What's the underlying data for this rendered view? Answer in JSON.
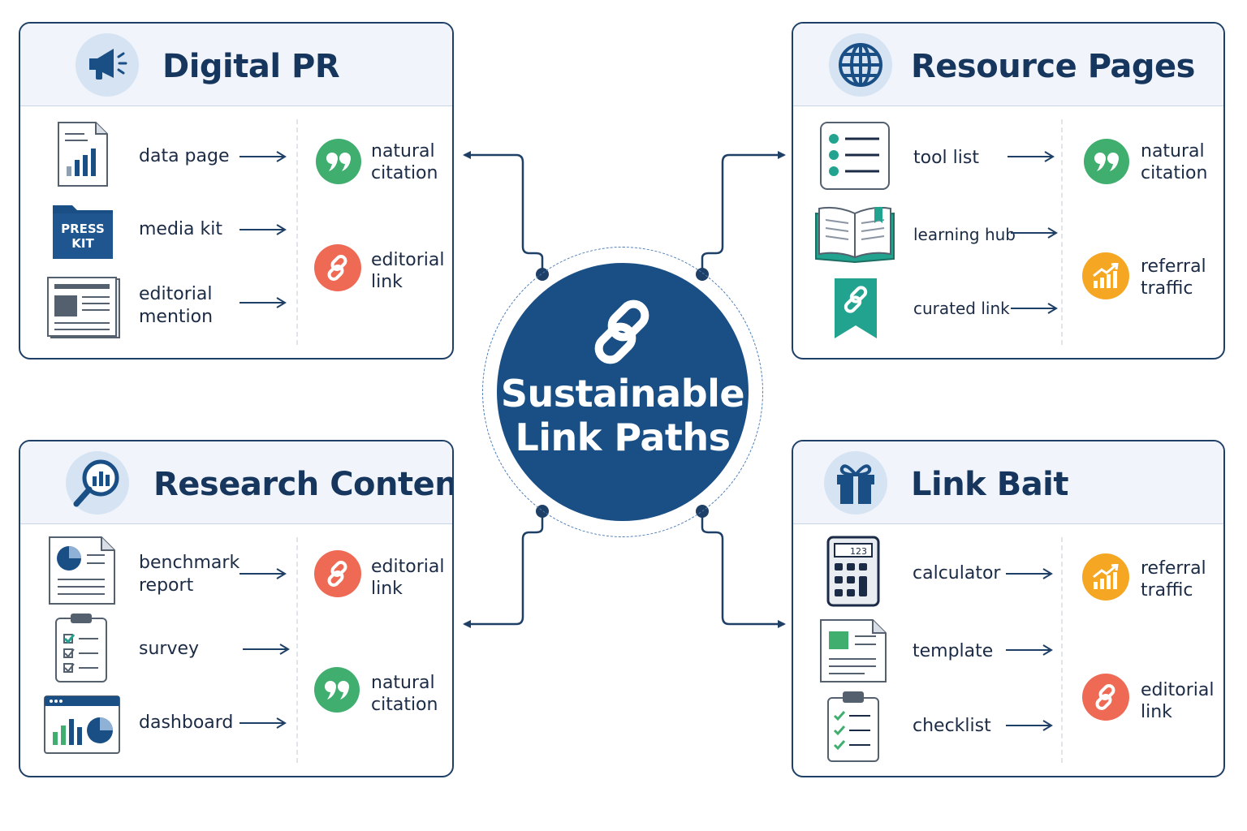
{
  "center": {
    "title": "Sustainable\nLink Paths",
    "icon": "chain-link-icon"
  },
  "colors": {
    "navy": "#1a4f86",
    "border": "#1e3f66",
    "citation_green": "#3fae6e",
    "link_coral": "#ee6a55",
    "traffic_orange": "#f5a623",
    "teal": "#22a38f"
  },
  "panels": {
    "digital_pr": {
      "title": "Digital PR",
      "icon": "megaphone-icon",
      "items": [
        {
          "label": "data page",
          "icon": "document-chart-icon"
        },
        {
          "label": "media kit",
          "icon": "press-kit-folder-icon",
          "icon_text": "PRESS\nKIT"
        },
        {
          "label": "editorial\nmention",
          "icon": "newspaper-icon"
        }
      ],
      "outcomes": [
        {
          "label": "natural\ncitation",
          "icon": "quote-icon"
        },
        {
          "label": "editorial\nlink",
          "icon": "link-icon"
        }
      ]
    },
    "resource_pages": {
      "title": "Resource Pages",
      "icon": "globe-icon",
      "items": [
        {
          "label": "tool list",
          "icon": "bulleted-list-icon"
        },
        {
          "label": "learning hub",
          "icon": "open-book-icon"
        },
        {
          "label": "curated link",
          "icon": "bookmark-link-icon"
        }
      ],
      "outcomes": [
        {
          "label": "natural\ncitation",
          "icon": "quote-icon"
        },
        {
          "label": "referral\ntraffic",
          "icon": "growth-chart-icon"
        }
      ]
    },
    "research_content": {
      "title": "Research Content",
      "icon": "magnifier-chart-icon",
      "items": [
        {
          "label": "benchmark\nreport",
          "icon": "report-pie-icon"
        },
        {
          "label": "survey",
          "icon": "clipboard-checklist-icon"
        },
        {
          "label": "dashboard",
          "icon": "dashboard-window-icon"
        }
      ],
      "outcomes": [
        {
          "label": "editorial\nlink",
          "icon": "link-icon"
        },
        {
          "label": "natural\ncitation",
          "icon": "quote-icon"
        }
      ]
    },
    "link_bait": {
      "title": "Link Bait",
      "icon": "gift-icon",
      "items": [
        {
          "label": "calculator",
          "icon": "calculator-icon",
          "icon_text": "123"
        },
        {
          "label": "template",
          "icon": "template-document-icon"
        },
        {
          "label": "checklist",
          "icon": "clipboard-checklist-icon"
        }
      ],
      "outcomes": [
        {
          "label": "referral\ntraffic",
          "icon": "growth-chart-icon"
        },
        {
          "label": "editorial\nlink",
          "icon": "link-icon"
        }
      ]
    }
  }
}
